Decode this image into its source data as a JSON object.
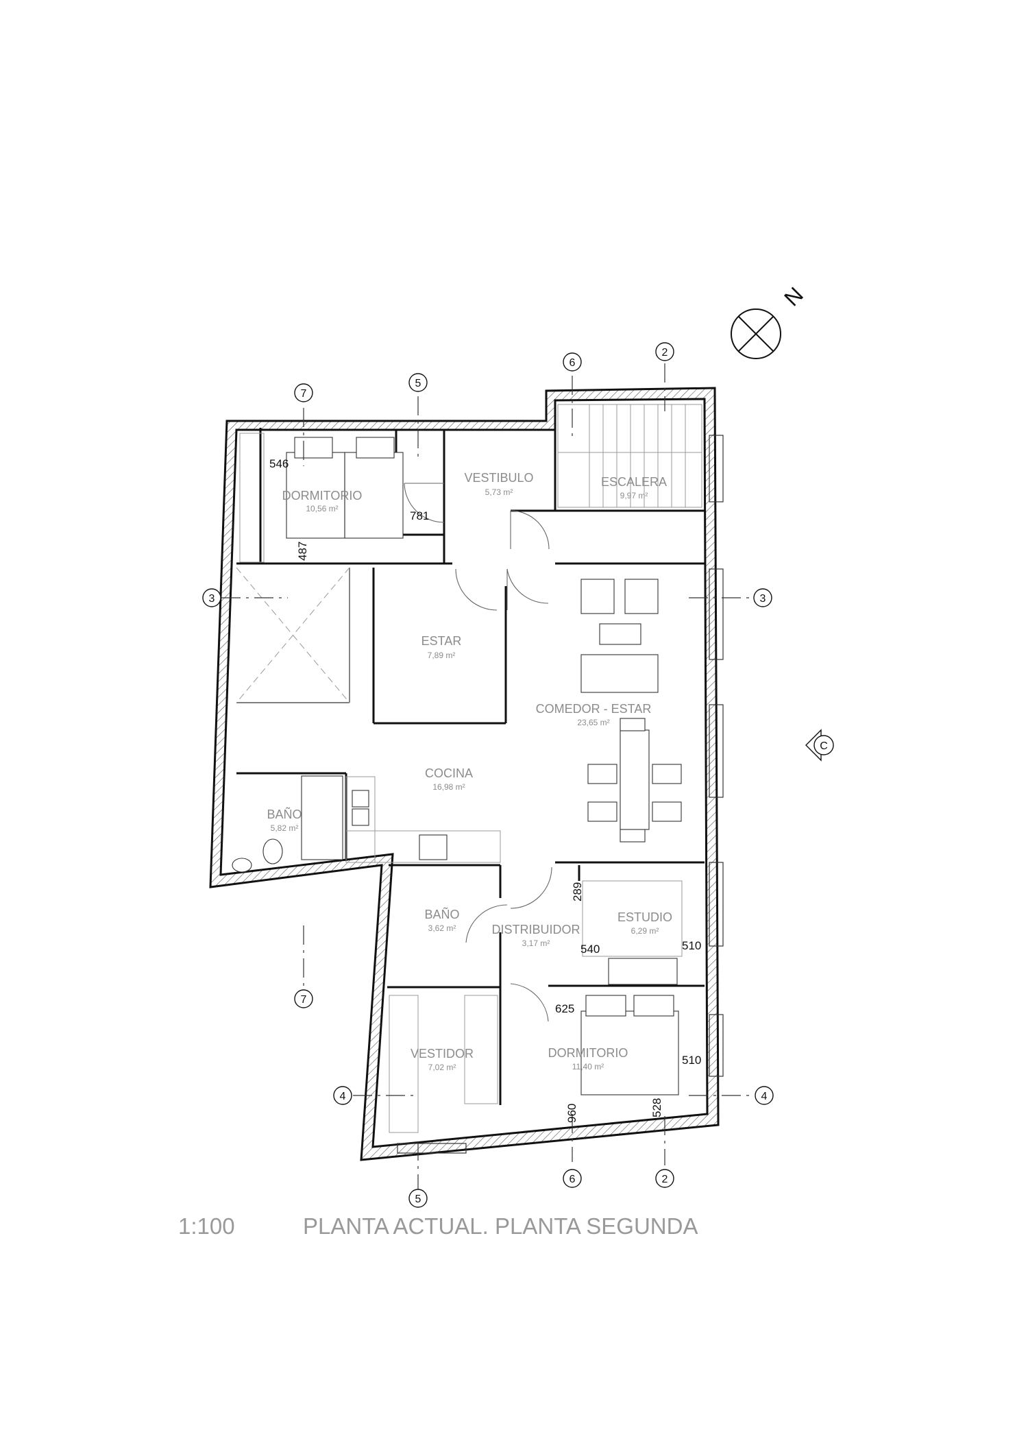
{
  "rooms": {
    "dormitorio1": {
      "name": "DORMITORIO",
      "area": "10,56 m²"
    },
    "vestibulo": {
      "name": "VESTIBULO",
      "area": "5,73 m²"
    },
    "escalera": {
      "name": "ESCALERA",
      "area": "9,97 m²"
    },
    "estar": {
      "name": "ESTAR",
      "area": "7,89 m²"
    },
    "comedor": {
      "name": "COMEDOR - ESTAR",
      "area": "23,65 m²"
    },
    "cocina": {
      "name": "COCINA",
      "area": "16,98 m²"
    },
    "bano1": {
      "name": "BAÑO",
      "area": "5,82 m²"
    },
    "bano2": {
      "name": "BAÑO",
      "area": "3,62 m²"
    },
    "distribuidor": {
      "name": "DISTRIBUIDOR",
      "area": "3,17 m²"
    },
    "estudio": {
      "name": "ESTUDIO",
      "area": "6,29 m²"
    },
    "vestidor": {
      "name": "VESTIDOR",
      "area": "7,02 m²"
    },
    "dormitorio2": {
      "name": "DORMITORIO",
      "area": "11,40 m²"
    }
  },
  "dimensions": {
    "d546": "546",
    "d781": "781",
    "d487": "487",
    "d289": "289",
    "d540": "540",
    "d510a": "510",
    "d625": "625",
    "d510b": "510",
    "d960": "960",
    "d528": "528"
  },
  "axes": {
    "a7": "7",
    "a5": "5",
    "a6": "6",
    "a2": "2",
    "a3": "3",
    "a4": "4",
    "c": "C"
  },
  "north": "N",
  "scale": "1:100",
  "title": "PLANTA ACTUAL. PLANTA SEGUNDA"
}
